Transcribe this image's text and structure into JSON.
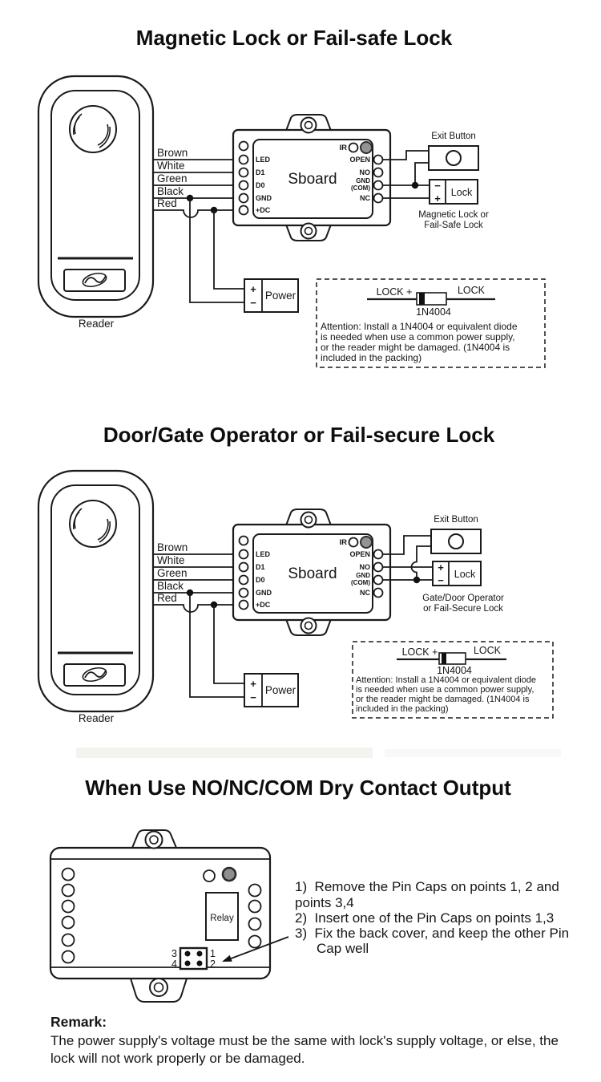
{
  "s1": {
    "title": "Magnetic Lock or Fail-safe Lock",
    "reader_label": "Reader",
    "wires": [
      "Brown",
      "White",
      "Green",
      "Black",
      "Red"
    ],
    "board_name": "Sboard",
    "ir_label": "IR",
    "pins_left": [
      "LED",
      "D1",
      "D0",
      "GND",
      "+DC"
    ],
    "pins_right": {
      "open": "OPEN",
      "no": "NO",
      "gnd": "GND",
      "com": "(COM)",
      "nc": "NC"
    },
    "exit_button_label": "Exit Button",
    "lock_label": "Lock",
    "lock_minus": "−",
    "lock_plus": "+",
    "lock_caption": [
      "Magnetic Lock or",
      "Fail-Safe Lock"
    ],
    "power_label": "Power",
    "power_plus": "+",
    "power_minus": "−",
    "note": {
      "lock_plus": "LOCK +",
      "lock": "LOCK",
      "diode": "1N4004",
      "lines": [
        "Attention: Install a 1N4004 or equivalent diode",
        "is needed when use a common power supply,",
        "or the reader might be damaged. (1N4004 is",
        "included in the packing)"
      ]
    }
  },
  "s2": {
    "title": "Door/Gate Operator or Fail-secure Lock",
    "reader_label": "Reader",
    "wires": [
      "Brown",
      "White",
      "Green",
      "Black",
      "Red"
    ],
    "board_name": "Sboard",
    "ir_label": "IR",
    "pins_left": [
      "LED",
      "D1",
      "D0",
      "GND",
      "+DC"
    ],
    "pins_right": {
      "open": "OPEN",
      "no": "NO",
      "gnd": "GND",
      "com": "(COM)",
      "nc": "NC"
    },
    "exit_button_label": "Exit Button",
    "lock_label": "Lock",
    "lock_minus": "−",
    "lock_plus": "+",
    "lock_caption": [
      "Gate/Door Operator",
      "or Fail-Secure Lock"
    ],
    "power_label": "Power",
    "power_plus": "+",
    "power_minus": "−",
    "note": {
      "lock_plus": "LOCK +",
      "lock": "LOCK",
      "diode": "1N4004",
      "lines": [
        "Attention: Install a 1N4004 or equivalent diode",
        "is needed when use a common power supply,",
        "or the reader might be damaged. (1N4004 is",
        "included in the packing)"
      ]
    }
  },
  "s3": {
    "title": "When Use NO/NC/COM Dry Contact Output",
    "relay_label": "Relay",
    "pin_labels": {
      "p1": "1",
      "p2": "2",
      "p3": "3",
      "p4": "4"
    },
    "instructions": [
      "1)  Remove the Pin Caps on points 1, 2 and",
      "points 3,4",
      "2)  Insert one of the Pin Caps on points 1,3",
      "3)  Fix the back cover, and keep the other Pin",
      "Cap well"
    ]
  },
  "remark": {
    "heading": "Remark:",
    "lines": [
      "The power supply's voltage must be the same with lock's supply voltage, or else, the",
      "lock will not work properly or be damaged."
    ]
  }
}
